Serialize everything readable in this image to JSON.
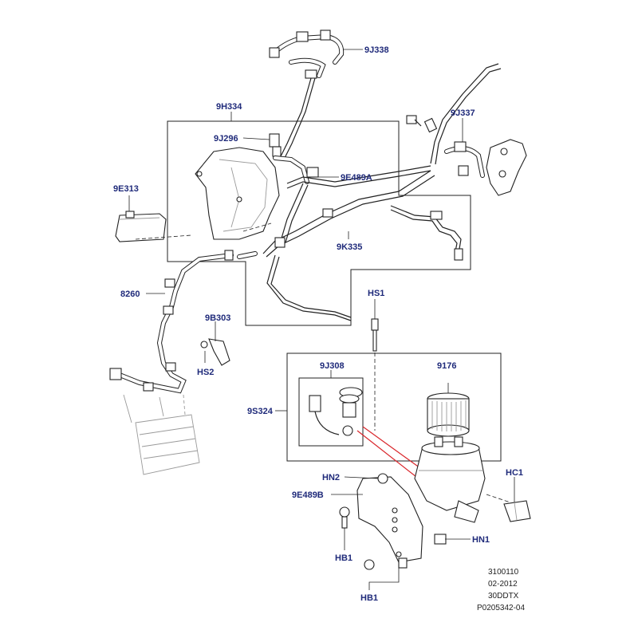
{
  "labels": {
    "9j338": "9J338",
    "9h334": "9H334",
    "9j296": "9J296",
    "9e313": "9E313",
    "9e489a": "9E489A",
    "9j337": "9J337",
    "9k335": "9K335",
    "8260": "8260",
    "hs1": "HS1",
    "9b303": "9B303",
    "hs2": "HS2",
    "9j308": "9J308",
    "9176": "9176",
    "9s324": "9S324",
    "hn2": "HN2",
    "9e489b": "9E489B",
    "hc1": "HC1",
    "hn1": "HN1",
    "hb1_left": "HB1",
    "hb1_bottom": "HB1"
  },
  "meta": {
    "line1": "3100110",
    "line2": "02-2012",
    "line3": "30DDTX",
    "line4": "P0205342-04"
  },
  "colors": {
    "label": "#1f2a7a",
    "line": "#222222",
    "highlight": "#d9262b"
  }
}
